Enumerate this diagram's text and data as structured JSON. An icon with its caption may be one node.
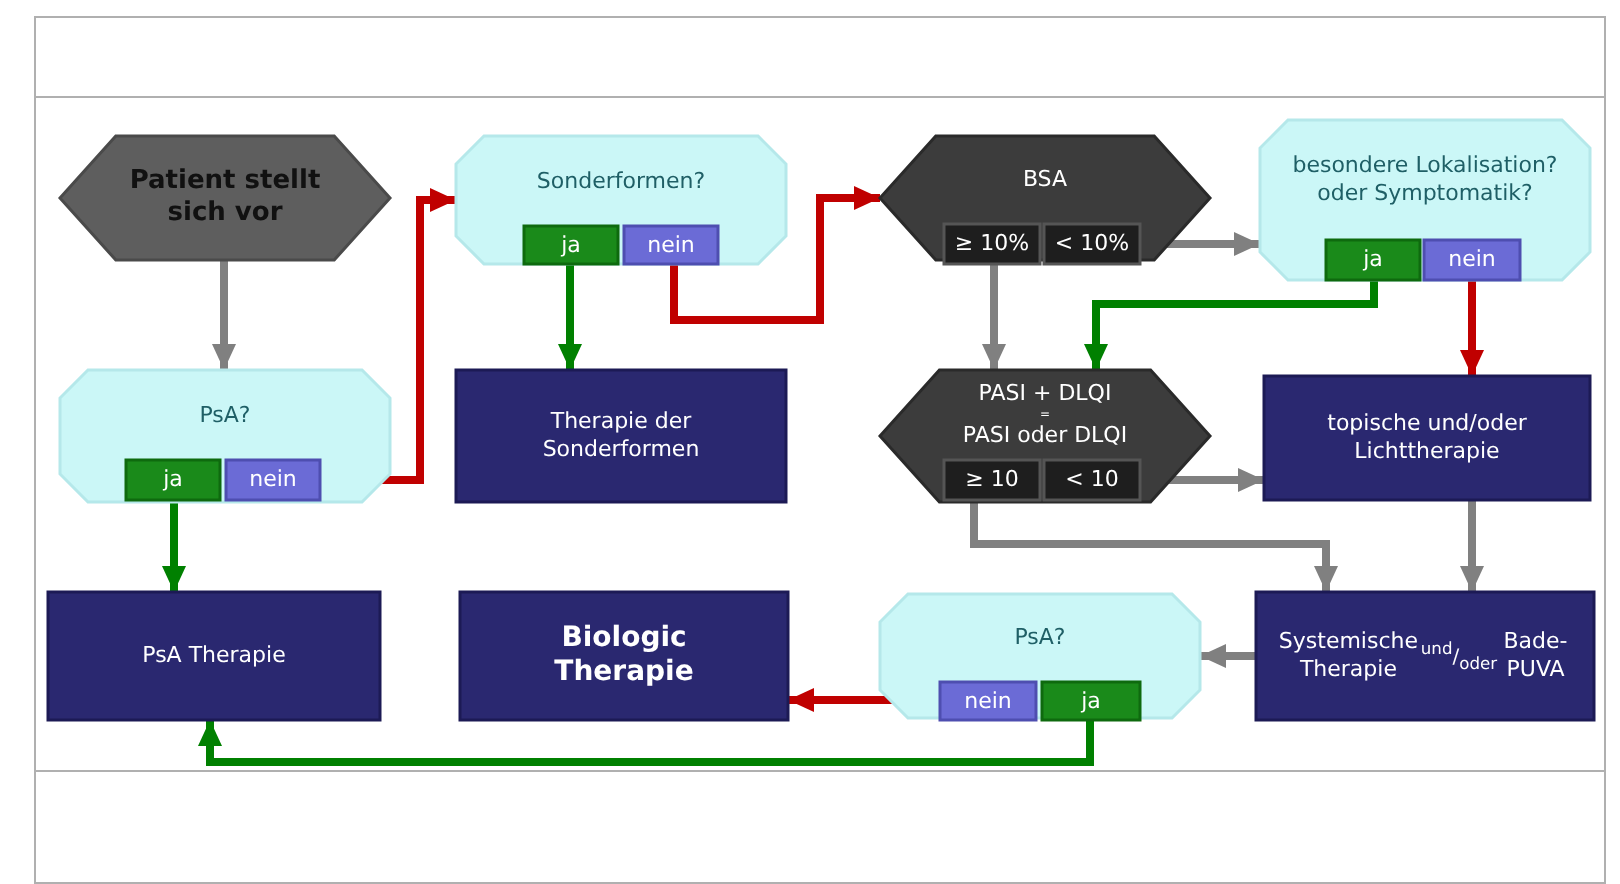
{
  "diagram": {
    "nodes": [
      {
        "text": [
          "Patient stellt sich vor"
        ]
      },
      {
        "text": [
          "Sonderformen?"
        ]
      },
      {
        "text": [
          "ja"
        ],
        "in": 1
      },
      {
        "text": [
          "nein"
        ],
        "in": 1
      },
      {
        "text": [
          "BSA"
        ]
      },
      {
        "text": [
          "≥ 10%"
        ],
        "in": 4
      },
      {
        "text": [
          "< 10%"
        ],
        "in": 4
      },
      {
        "text": [
          "besondere Lokalisation? oder Symptomatik?"
        ]
      },
      {
        "text": [
          "ja"
        ],
        "in": 7
      },
      {
        "text": [
          "nein"
        ],
        "in": 7
      },
      {
        "text": [
          "PsA?"
        ]
      },
      {
        "text": [
          "ja"
        ],
        "in": 10
      },
      {
        "text": [
          "nein"
        ],
        "in": 10
      },
      {
        "text": [
          "Therapie der Sonderformen"
        ]
      },
      {
        "text": [
          "PASI + DLQI",
          "=",
          "PASI oder DLQI"
        ]
      },
      {
        "text": [
          "≥ 10"
        ],
        "in": 14
      },
      {
        "text": [
          "< 10"
        ],
        "in": 14
      },
      {
        "text": [
          "topische und/oder Lichttherapie"
        ]
      },
      {
        "text": [
          "PsA Therapie"
        ]
      },
      {
        "text": [
          "Biologic Therapie"
        ]
      },
      {
        "text": [
          "PsA?"
        ]
      },
      {
        "text": [
          "nein"
        ],
        "in": 20
      },
      {
        "text": [
          "ja"
        ],
        "in": 20
      },
      {
        "text": [
          "Systemische Therapie",
          "$^{und}$/$_{oder}$",
          "Bade- PUVA"
        ]
      }
    ],
    "edges": [
      {
        "from": 0,
        "to": 10,
        "arrow": "to"
      },
      {
        "from": 12,
        "to": 1,
        "arrow": "to",
        "color": "#c00000"
      },
      {
        "from": 11,
        "to": 18,
        "arrow": "to",
        "color": "#008000"
      },
      {
        "from": 2,
        "to": 13,
        "arrow": "to",
        "color": "#008000"
      },
      {
        "from": 3,
        "to": 4,
        "arrow": "to",
        "color": "#c00000"
      },
      {
        "from": 6,
        "to": 7,
        "arrow": "to"
      },
      {
        "from": 5,
        "to": 14,
        "arrow": "to"
      },
      {
        "from": 8,
        "to": 14,
        "arrow": "to",
        "color": "#008000"
      },
      {
        "from": 9,
        "to": 17,
        "arrow": "to",
        "color": "#c00000"
      },
      {
        "from": 16,
        "to": 17,
        "arrow": "to"
      },
      {
        "from": 15,
        "to": 23,
        "arrow": "to"
      },
      {
        "from": 17,
        "to": 23,
        "arrow": "to"
      },
      {
        "from": 23,
        "to": 20,
        "arrow": "to"
      },
      {
        "from": 21,
        "to": 19,
        "arrow": "to",
        "color": "#c00000"
      },
      {
        "from": 22,
        "to": 18,
        "arrow": "to",
        "color": "#008000"
      }
    ]
  }
}
